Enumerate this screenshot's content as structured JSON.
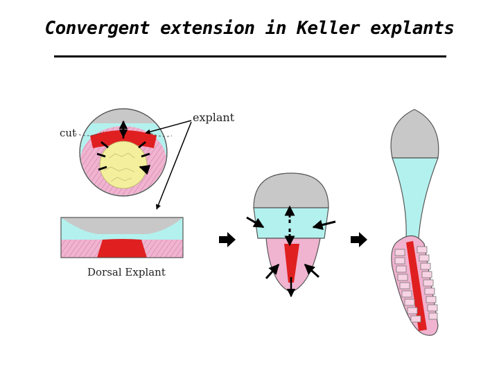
{
  "title": "Convergent extension in Keller explants",
  "labels": {
    "cut": "cut",
    "explant": "explant",
    "dorsal_explant": "Dorsal Explant"
  },
  "colors": {
    "gray_ectoderm": "#c8c8c8",
    "cyan_region": "#b3f1ee",
    "pink_mesoderm": "#f0b3d0",
    "red_notochord": "#e02020",
    "yolk": "#f3ef9c",
    "outline": "#555555"
  }
}
